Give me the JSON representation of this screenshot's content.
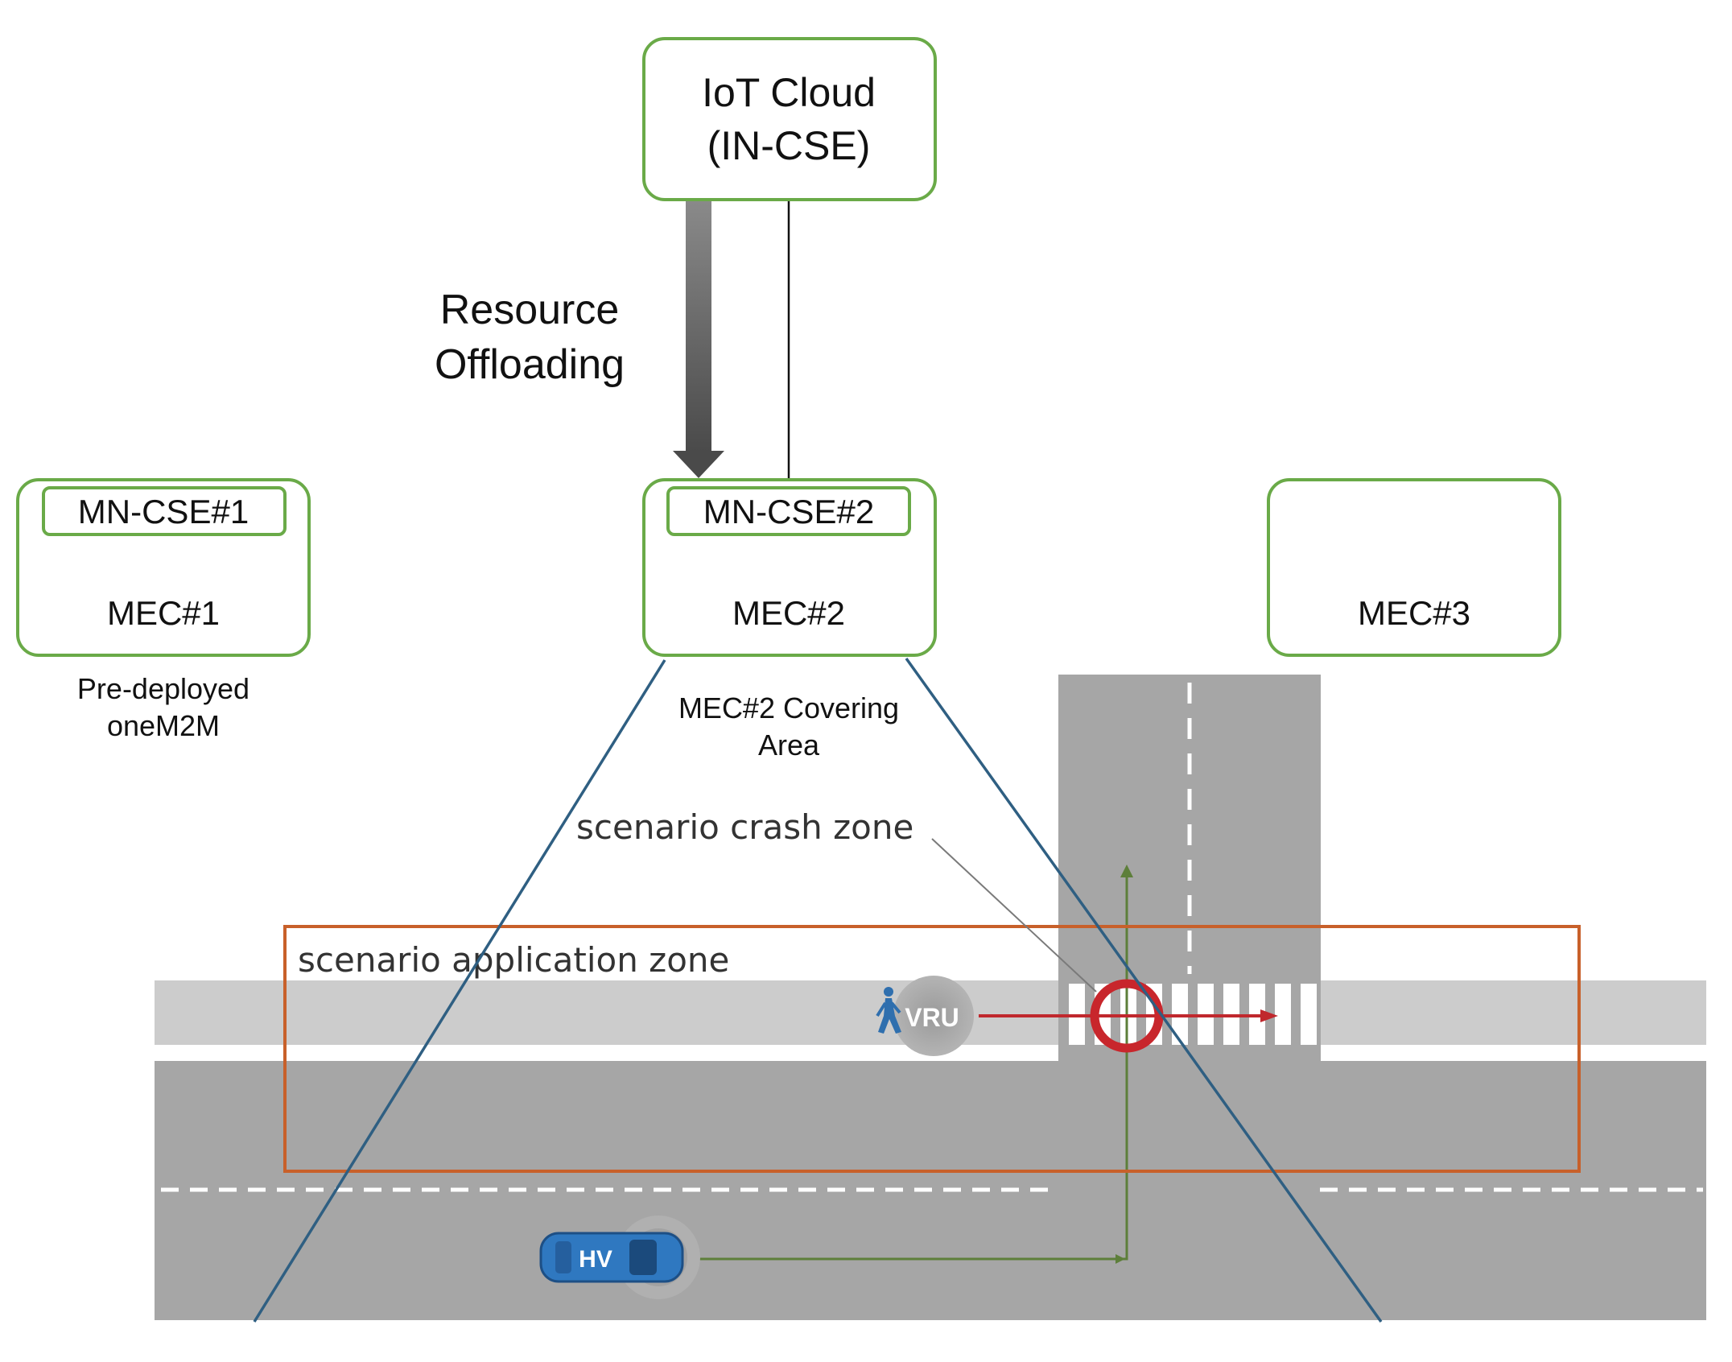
{
  "cloud": {
    "line1": "IoT Cloud",
    "line2": "(IN-CSE)"
  },
  "offload": {
    "line1": "Resource",
    "line2": "Offloading"
  },
  "mec1": {
    "cse": "MN-CSE#1",
    "label": "MEC#1",
    "note_line1": "Pre-deployed",
    "note_line2": "oneM2M"
  },
  "mec2": {
    "cse": "MN-CSE#2",
    "label": "MEC#2",
    "note_line1": "MEC#2 Covering",
    "note_line2": "Area"
  },
  "mec3": {
    "label": "MEC#3"
  },
  "zones": {
    "crash": "scenario crash zone",
    "application": "scenario application zone"
  },
  "actors": {
    "vru": "VRU",
    "hv": "HV"
  },
  "colors": {
    "box_border": "#6aaa48",
    "zone_border": "#c8602a",
    "coverage_line": "#2f5f82",
    "road": "#a6a6a6",
    "sidewalk": "#cccccc",
    "path": "#5d7f3a",
    "vru_arrow": "#c0282d",
    "car": "#2f78c0"
  }
}
